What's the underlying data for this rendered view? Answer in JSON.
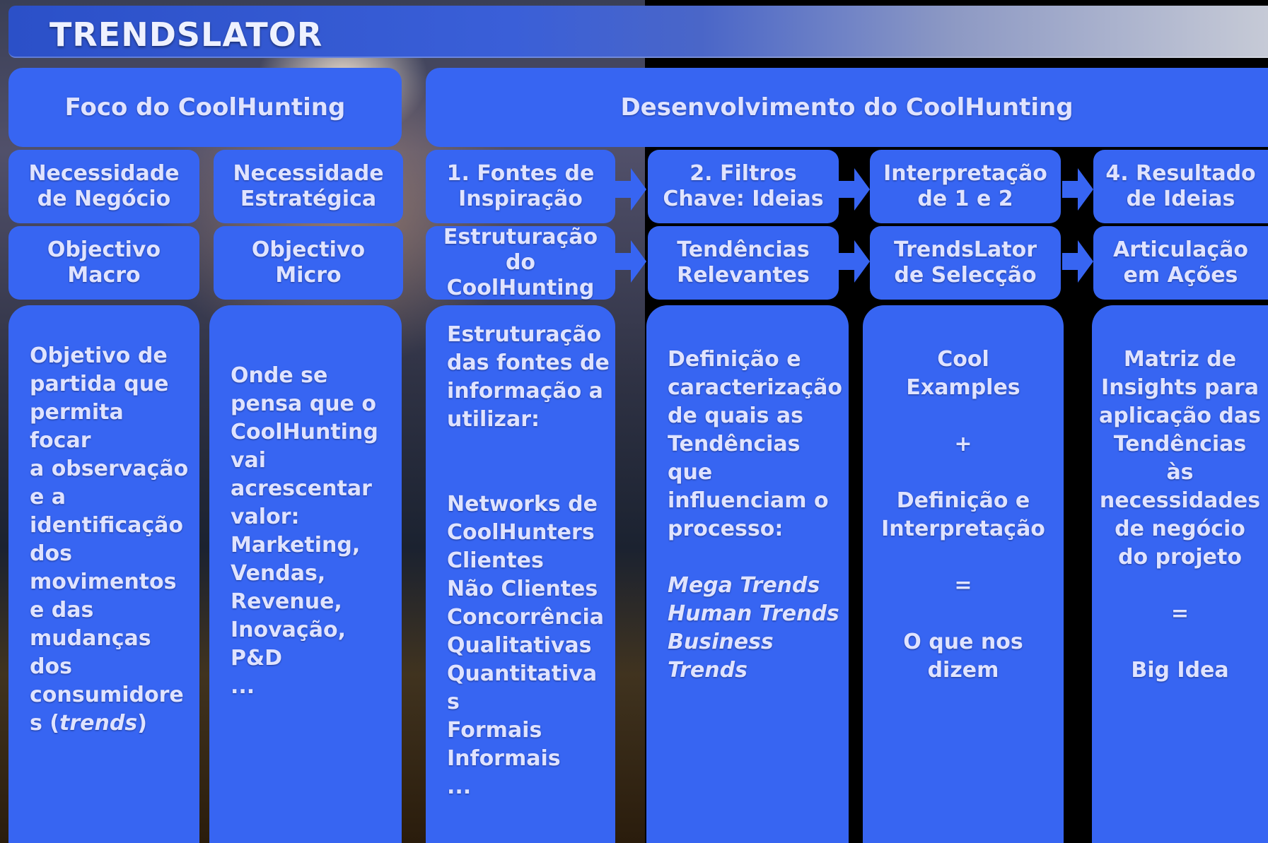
{
  "header": {
    "title": "TRENDSLATOR"
  },
  "sections": {
    "focus": "Foco do CoolHunting",
    "development": "Desenvolvimento do CoolHunting"
  },
  "columns": [
    {
      "heading": "Necessidade\nde Negócio",
      "subheading": "Objectivo\nMacro",
      "body_before": "Objetivo de\npartida que\npermita focar\na observação\ne a\nidentificação\ndos\nmovimentos\ne das\nmudanças\ndos\nconsumidore\ns (",
      "body_italic": "trends",
      "body_after": ")"
    },
    {
      "heading": "Necessidade\nEstratégica",
      "subheading": "Objectivo\nMicro",
      "body": "Onde se\npensa que o\nCoolHunting\nvai\nacrescentar\nvalor:\nMarketing,\nVendas,\nRevenue,\nInovação,\nP&D\n..."
    },
    {
      "heading": "1. Fontes de\nInspiração",
      "subheading": "Estruturação\ndo\nCoolHunting",
      "body_intro": "Estruturação\ndas fontes de\ninformação a\nutilizar:",
      "body_list": "Networks de\nCoolHunters\nClientes\nNão Clientes\nConcorrência\nQualitativas\nQuantitativa\ns\nFormais\nInformais\n..."
    },
    {
      "heading": "2. Filtros\nChave: Ideias",
      "subheading": "Tendências\nRelevantes",
      "body": "Definição e\ncaracterização\nde quais as\nTendências\nque\ninfluenciam o\nprocesso:",
      "body_italic": "Mega Trends\nHuman Trends\nBusiness\nTrends"
    },
    {
      "heading": "Interpretação\nde 1 e 2",
      "subheading": "TrendsLator\nde Selecção",
      "body": "Cool\nExamples\n\n+\n\nDefinição e\nInterpretação\n\n=\n\nO que nos\ndizem"
    },
    {
      "heading": "4. Resultado\nde Ideias",
      "subheading": "Articulação\nem Ações",
      "body": "Matriz de\nInsights para\naplicação das\nTendências\nàs\nnecessidades\nde negócio\ndo projeto\n\n=\n\nBig Idea"
    }
  ],
  "colors": {
    "box": "#3765f2",
    "text": "#dfe3ff"
  }
}
